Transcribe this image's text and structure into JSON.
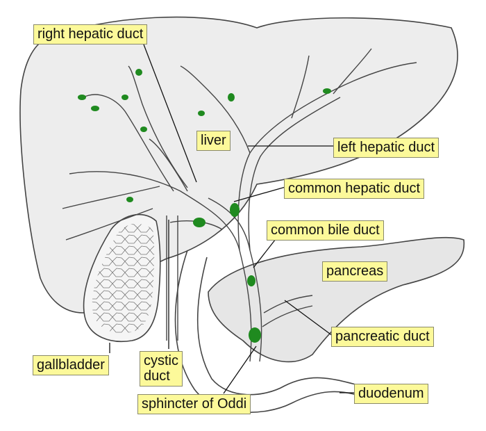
{
  "labels": {
    "right_hepatic_duct": "right hepatic duct",
    "liver": "liver",
    "left_hepatic_duct": "left hepatic duct",
    "common_hepatic_duct": "common hepatic duct",
    "common_bile_duct": "common bile duct",
    "pancreas": "pancreas",
    "pancreatic_duct": "pancreatic duct",
    "gallbladder": "gallbladder",
    "cystic_duct": "cystic\nduct",
    "duodenum": "duodenum",
    "sphincter_of_oddi": "sphincter of Oddi"
  },
  "colors": {
    "label_fill": "#fcf99a",
    "node_green": "#1f8a1f",
    "organ_fill": "#ededed",
    "line": "#333333"
  }
}
